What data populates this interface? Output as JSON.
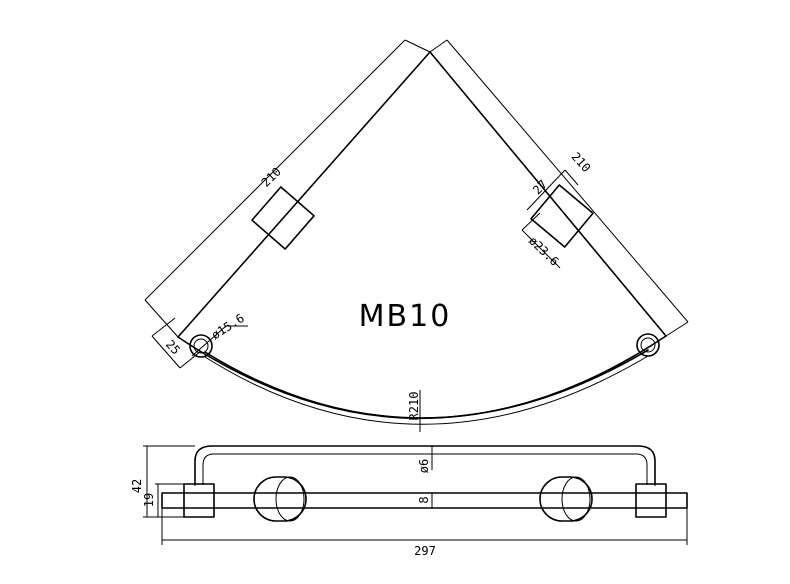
{
  "drawing": {
    "model": "MB10",
    "dimensions": {
      "left_edge": "210",
      "right_edge": "210",
      "bracket_size": "27",
      "bracket_dia": "ø23.6",
      "rail_end_dia": "ø15.6",
      "rail_offset": "25",
      "radius": "R210",
      "rail_dia": "ø6",
      "glass_thickness": "8",
      "total_height": "42",
      "glass_height": "19",
      "total_width": "297"
    }
  }
}
